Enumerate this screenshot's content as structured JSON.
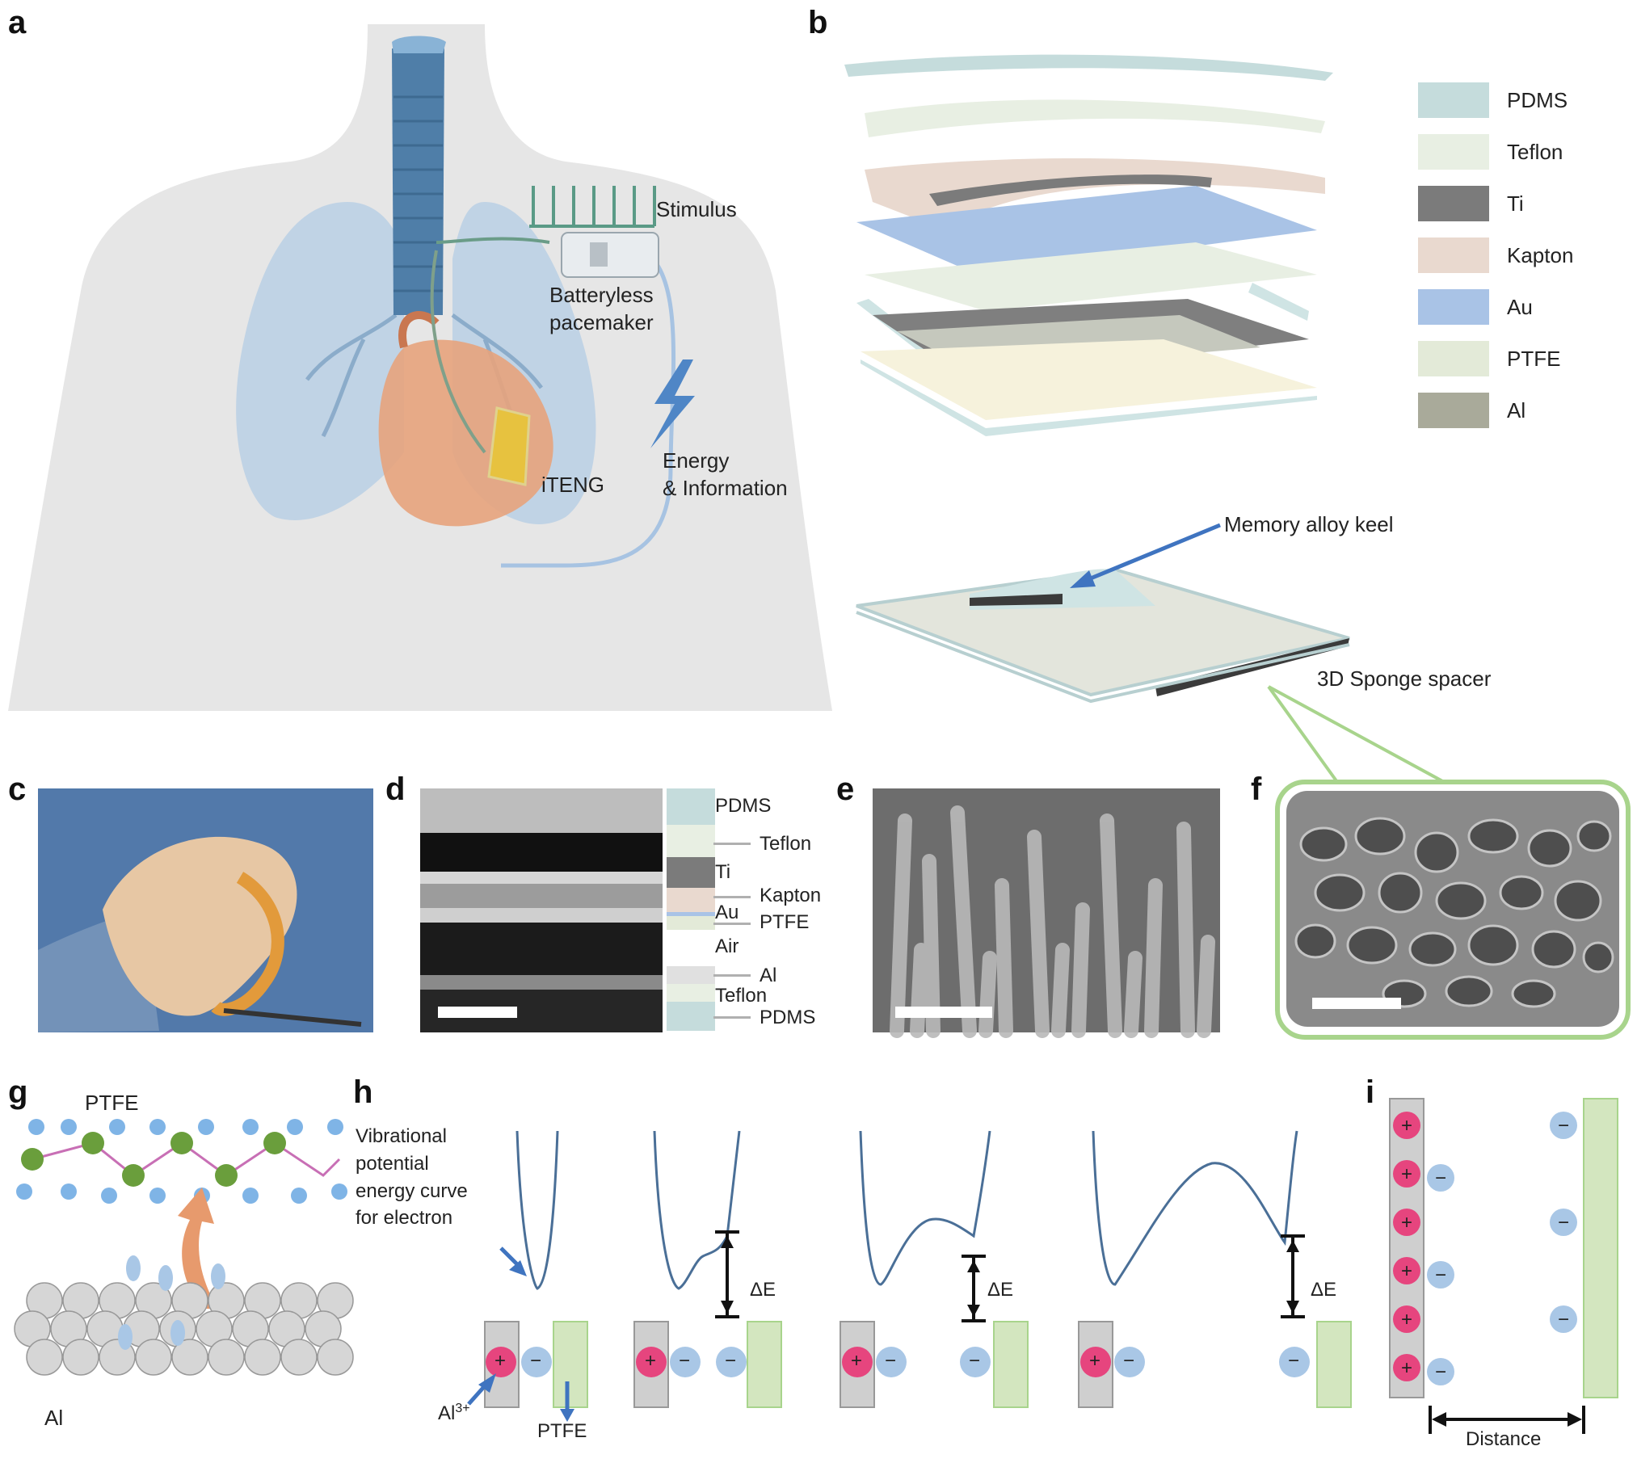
{
  "panels": {
    "a": "a",
    "b": "b",
    "c": "c",
    "d": "d",
    "e": "e",
    "f": "f",
    "g": "g",
    "h": "h",
    "i": "i"
  },
  "panel_a": {
    "stimulus": "Stimulus",
    "batteryless_line1": "Batteryless",
    "batteryless_line2": "pacemaker",
    "iteng": "iTENG",
    "energy_line1": "Energy",
    "energy_line2": "& Information"
  },
  "panel_b": {
    "legend": [
      {
        "label": "PDMS",
        "color": "#c5dcdc"
      },
      {
        "label": "Teflon",
        "color": "#e8efe3"
      },
      {
        "label": "Ti",
        "color": "#7b7b7b"
      },
      {
        "label": "Kapton",
        "color": "#e9d9cf"
      },
      {
        "label": "Au",
        "color": "#a9c3e6"
      },
      {
        "label": "PTFE",
        "color": "#e3ead8"
      },
      {
        "label": "Al",
        "color": "#a9aa9a"
      }
    ],
    "memory_alloy": "Memory alloy keel",
    "sponge_spacer": "3D Sponge spacer"
  },
  "panel_d": {
    "labels": {
      "pdms_top": "PDMS",
      "teflon_top": "Teflon",
      "ti": "Ti",
      "kapton": "Kapton",
      "au": "Au",
      "ptfe": "PTFE",
      "air": "Air",
      "al": "Al",
      "teflon_bot": "Teflon",
      "pdms_bot": "PDMS"
    }
  },
  "panel_g": {
    "ptfe": "PTFE",
    "al": "Al"
  },
  "panel_h": {
    "caption_line1": "Vibrational",
    "caption_line2": "potential",
    "caption_line3": "energy curve",
    "caption_line4": "for electron",
    "delta_e": "ΔE",
    "al_ion": "Al",
    "al_ion_sup": "3+",
    "ptfe": "PTFE",
    "plus": "+",
    "minus": "−"
  },
  "panel_i": {
    "distance": "Distance",
    "plus": "+",
    "minus": "−"
  },
  "colors": {
    "body": "#e6e6e6",
    "lung": "#b9cfe4",
    "trachea": "#4f7ea8",
    "heart": "#e7a37c",
    "cation": "#e6457e",
    "electron": "#a9c7e6",
    "ptfe_green": "#d3e6bf",
    "al_gray": "#cfcfcf",
    "curve": "#4a6f97",
    "arrow_blue": "#3f74c0",
    "frame_green": "#a8d48c"
  }
}
